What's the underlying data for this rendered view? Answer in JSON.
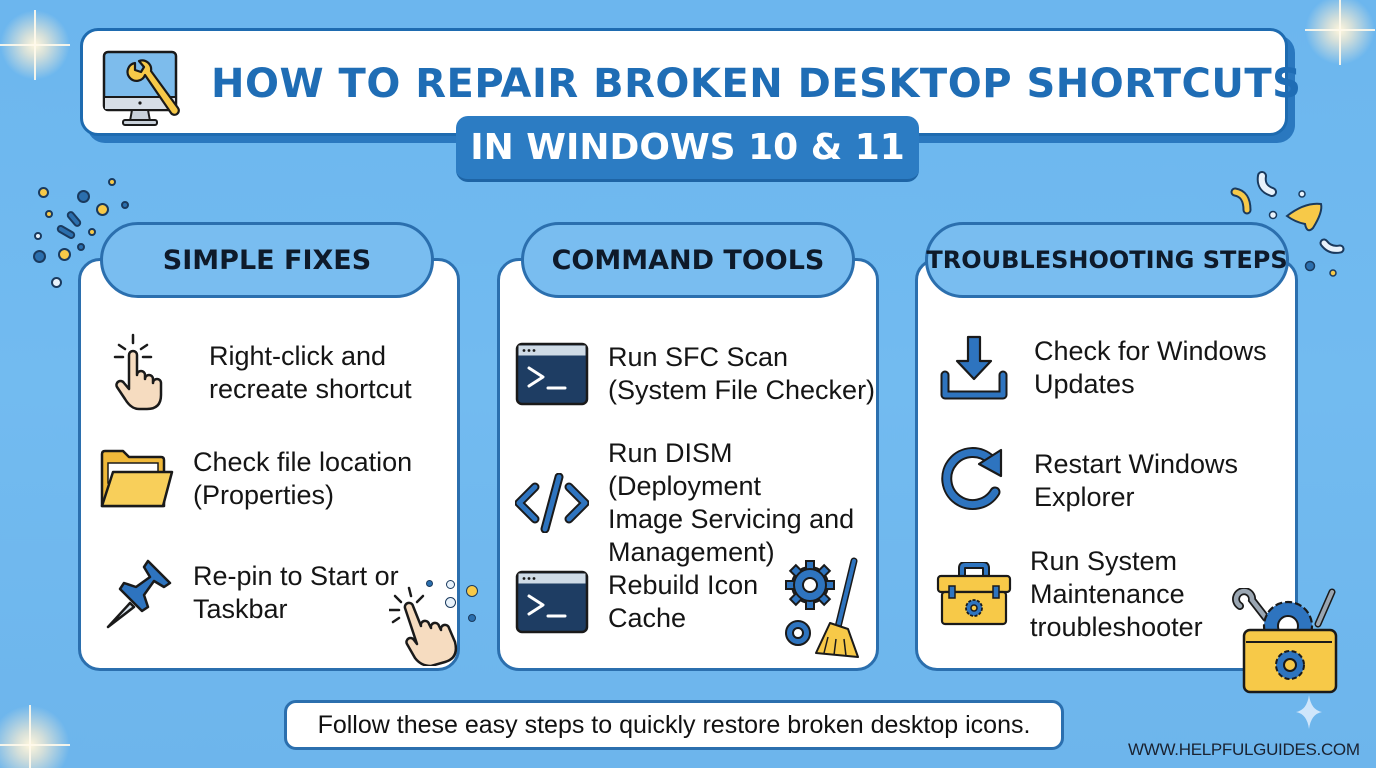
{
  "header": {
    "title": "HOW TO REPAIR BROKEN DESKTOP SHORTCUTS",
    "subtitle": "IN WINDOWS 10 & 11",
    "title_icon": "monitor-wrench-icon"
  },
  "sections": [
    {
      "heading": "SIMPLE FIXES",
      "items": [
        {
          "icon": "pointer-click-icon",
          "text": "Right-click and\nrecreate shortcut"
        },
        {
          "icon": "folder-open-icon",
          "text": "Check file location\n(Properties)"
        },
        {
          "icon": "pushpin-icon",
          "text": "Re-pin to Start or\nTaskbar"
        }
      ],
      "decoration": "pointer-click-icon"
    },
    {
      "heading": "COMMAND TOOLS",
      "items": [
        {
          "icon": "terminal-icon",
          "text": "Run SFC Scan\n(System File Checker)"
        },
        {
          "icon": "code-icon",
          "text": "Run DISM (Deployment\nImage Servicing and\nManagement)"
        },
        {
          "icon": "terminal-icon",
          "text": "Rebuild Icon\nCache"
        }
      ],
      "decoration": "gears-broom-icon"
    },
    {
      "heading": "TROUBLESHOOTING STEPS",
      "items": [
        {
          "icon": "download-icon",
          "text": "Check for Windows\nUpdates"
        },
        {
          "icon": "refresh-icon",
          "text": "Restart Windows\nExplorer"
        },
        {
          "icon": "toolbox-icon",
          "text": "Run System\nMaintenance\ntroubleshooter"
        }
      ],
      "decoration": "toolkit-gear-icon"
    }
  ],
  "footer": {
    "message": "Follow these easy steps to quickly restore broken desktop icons.",
    "website": "WWW.HELPFULGUIDES.COM"
  },
  "colors": {
    "background": "#6fb8ee",
    "primary_blue": "#1f6db5",
    "dark_blue": "#1e3a5f",
    "accent_yellow": "#f7c948",
    "skin": "#f6dcc0"
  }
}
